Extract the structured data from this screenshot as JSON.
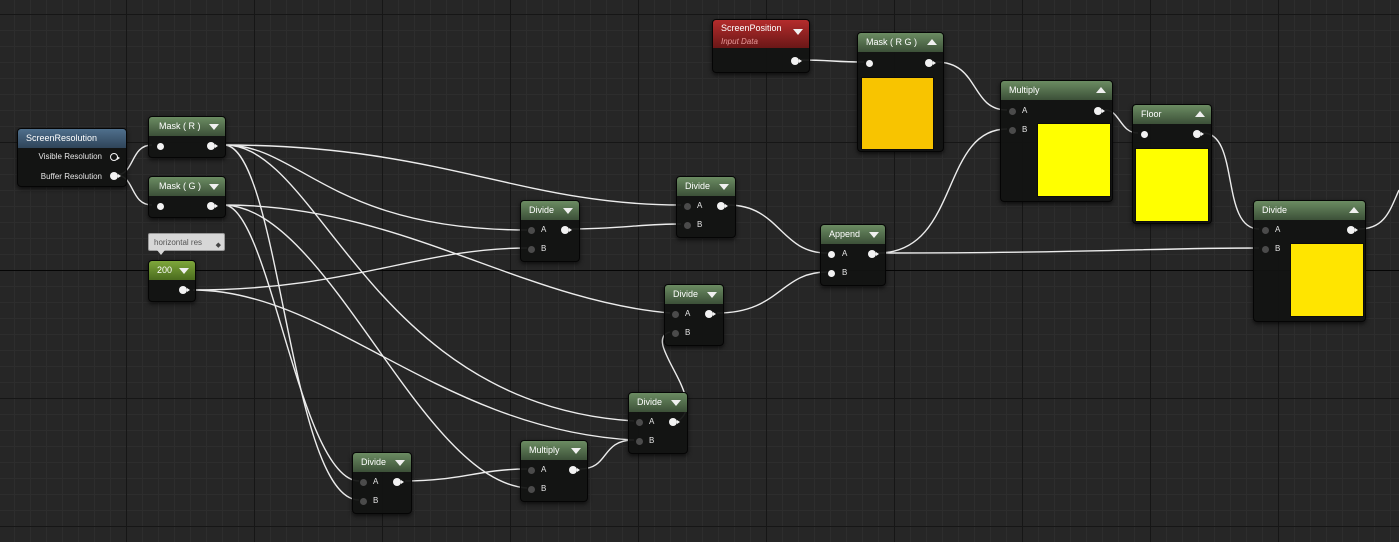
{
  "nodes": {
    "screen_resolution": {
      "title": "ScreenResolution",
      "out1": "Visible Resolution",
      "out2": "Buffer Resolution"
    },
    "mask_r": {
      "title": "Mask ( R )"
    },
    "mask_g": {
      "title": "Mask ( G )"
    },
    "comment": {
      "text": "horizontal res"
    },
    "constant": {
      "title": "200"
    },
    "screen_position": {
      "title": "ScreenPosition",
      "subtitle": "Input Data"
    },
    "mask_rg": {
      "title": "Mask ( R G )",
      "color": "#f8c400"
    },
    "multiply_top": {
      "title": "Multiply",
      "a": "A",
      "b": "B",
      "color": "#ffff00"
    },
    "floor": {
      "title": "Floor",
      "color": "#ffff00"
    },
    "divide_right": {
      "title": "Divide",
      "a": "A",
      "b": "B",
      "color": "#ffe500"
    },
    "divide_1": {
      "title": "Divide",
      "a": "A",
      "b": "B"
    },
    "divide_2": {
      "title": "Divide",
      "a": "A",
      "b": "B"
    },
    "divide_3": {
      "title": "Divide",
      "a": "A",
      "b": "B"
    },
    "divide_4": {
      "title": "Divide",
      "a": "A",
      "b": "B"
    },
    "divide_5": {
      "title": "Divide",
      "a": "A",
      "b": "B"
    },
    "append": {
      "title": "Append",
      "a": "A",
      "b": "B"
    },
    "multiply_bottom": {
      "title": "Multiply",
      "a": "A",
      "b": "B"
    }
  }
}
